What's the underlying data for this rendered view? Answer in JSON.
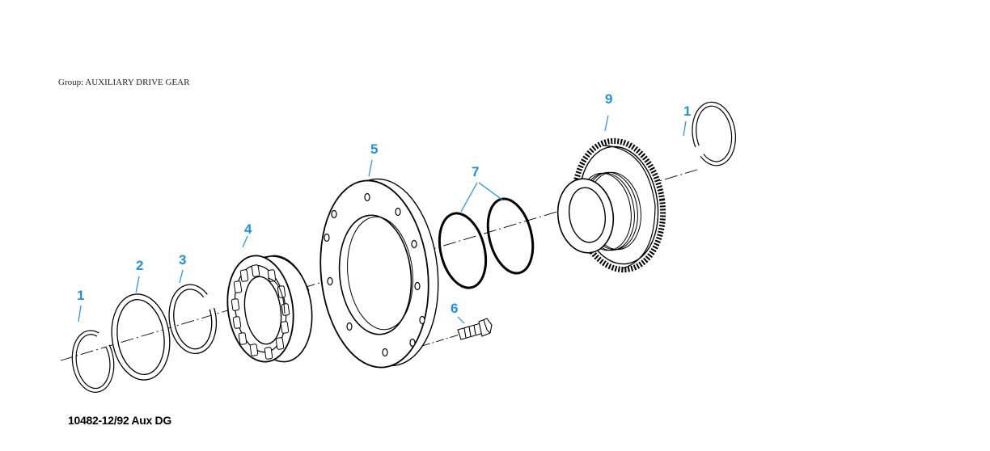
{
  "header": {
    "group_label": "Group: AUXILIARY DRIVE GEAR"
  },
  "footer": {
    "figure_id": "10482-12/92 Aux DG"
  },
  "callout_color": "#1e90e6",
  "callouts": [
    {
      "id": "callout-1-left",
      "label": "1"
    },
    {
      "id": "callout-2",
      "label": "2"
    },
    {
      "id": "callout-3",
      "label": "3"
    },
    {
      "id": "callout-4",
      "label": "4"
    },
    {
      "id": "callout-5",
      "label": "5"
    },
    {
      "id": "callout-6",
      "label": "6"
    },
    {
      "id": "callout-7",
      "label": "7"
    },
    {
      "id": "callout-9",
      "label": "9"
    },
    {
      "id": "callout-1-right",
      "label": "1"
    }
  ],
  "parts": [
    {
      "number": "1",
      "name": "snap-ring"
    },
    {
      "number": "2",
      "name": "ring"
    },
    {
      "number": "3",
      "name": "snap-ring"
    },
    {
      "number": "4",
      "name": "roller-bearing"
    },
    {
      "number": "5",
      "name": "bearing-housing"
    },
    {
      "number": "6",
      "name": "bolt"
    },
    {
      "number": "7",
      "name": "o-ring"
    },
    {
      "number": "9",
      "name": "drive-gear"
    }
  ]
}
